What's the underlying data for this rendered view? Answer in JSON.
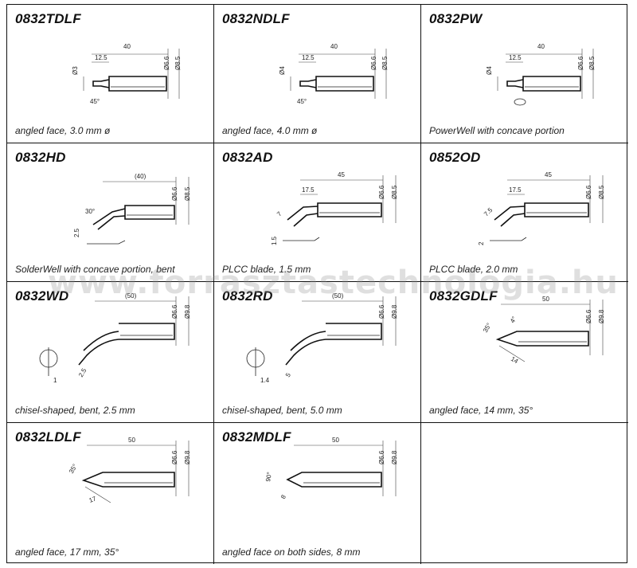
{
  "products": [
    {
      "code": "0832TDLF",
      "description": "angled face, 3.0 mm ø",
      "dims": [
        "40",
        "12.5",
        "Ø6.6",
        "Ø8.5",
        "Ø3",
        "45°"
      ],
      "kind": "straight"
    },
    {
      "code": "0832NDLF",
      "description": "angled face, 4.0 mm ø",
      "dims": [
        "40",
        "12.5",
        "Ø6.6",
        "Ø8.5",
        "Ø4",
        "45°"
      ],
      "kind": "straight"
    },
    {
      "code": "0832PW",
      "description": "PowerWell with concave portion",
      "dims": [
        "40",
        "12.5",
        "Ø6.6",
        "Ø8.5",
        "Ø4"
      ],
      "kind": "well"
    },
    {
      "code": "0832HD",
      "description": "SolderWell with concave portion, bent",
      "dims": [
        "(40)",
        "Ø6.6",
        "Ø8.5",
        "30°",
        "2.5"
      ],
      "kind": "bent-well"
    },
    {
      "code": "0832AD",
      "description": "PLCC blade, 1.5 mm",
      "dims": [
        "45",
        "17.5",
        "Ø6.6",
        "Ø8.5",
        "7",
        "1.5"
      ],
      "kind": "blade"
    },
    {
      "code": "0852OD",
      "description": "PLCC blade, 2.0 mm",
      "dims": [
        "45",
        "17.5",
        "Ø6.6",
        "Ø8.5",
        "7.5",
        "2"
      ],
      "kind": "blade"
    },
    {
      "code": "0832WD",
      "description": "chisel-shaped, bent, 2.5 mm",
      "dims": [
        "(50)",
        "Ø6.6",
        "Ø9.8",
        "2.5",
        "1"
      ],
      "kind": "chisel"
    },
    {
      "code": "0832RD",
      "description": "chisel-shaped, bent, 5.0 mm",
      "dims": [
        "(50)",
        "Ø6.6",
        "Ø9.8",
        "5",
        "1.4"
      ],
      "kind": "chisel"
    },
    {
      "code": "0832GDLF",
      "description": "angled face, 14 mm, 35°",
      "dims": [
        "50",
        "Ø6.6",
        "Ø9.8",
        "35°",
        "4°",
        "14"
      ],
      "kind": "angled"
    },
    {
      "code": "0832LDLF",
      "description": "angled face, 17 mm, 35°",
      "dims": [
        "50",
        "Ø6.6",
        "Ø9.8",
        "35°",
        "17"
      ],
      "kind": "angled-wide"
    },
    {
      "code": "0832MDLF",
      "description": "angled face on both sides, 8 mm",
      "dims": [
        "50",
        "Ø6.6",
        "Ø9.8",
        "90°",
        "8"
      ],
      "kind": "double"
    }
  ],
  "watermark": "www.forrasztastechnologia.hu"
}
